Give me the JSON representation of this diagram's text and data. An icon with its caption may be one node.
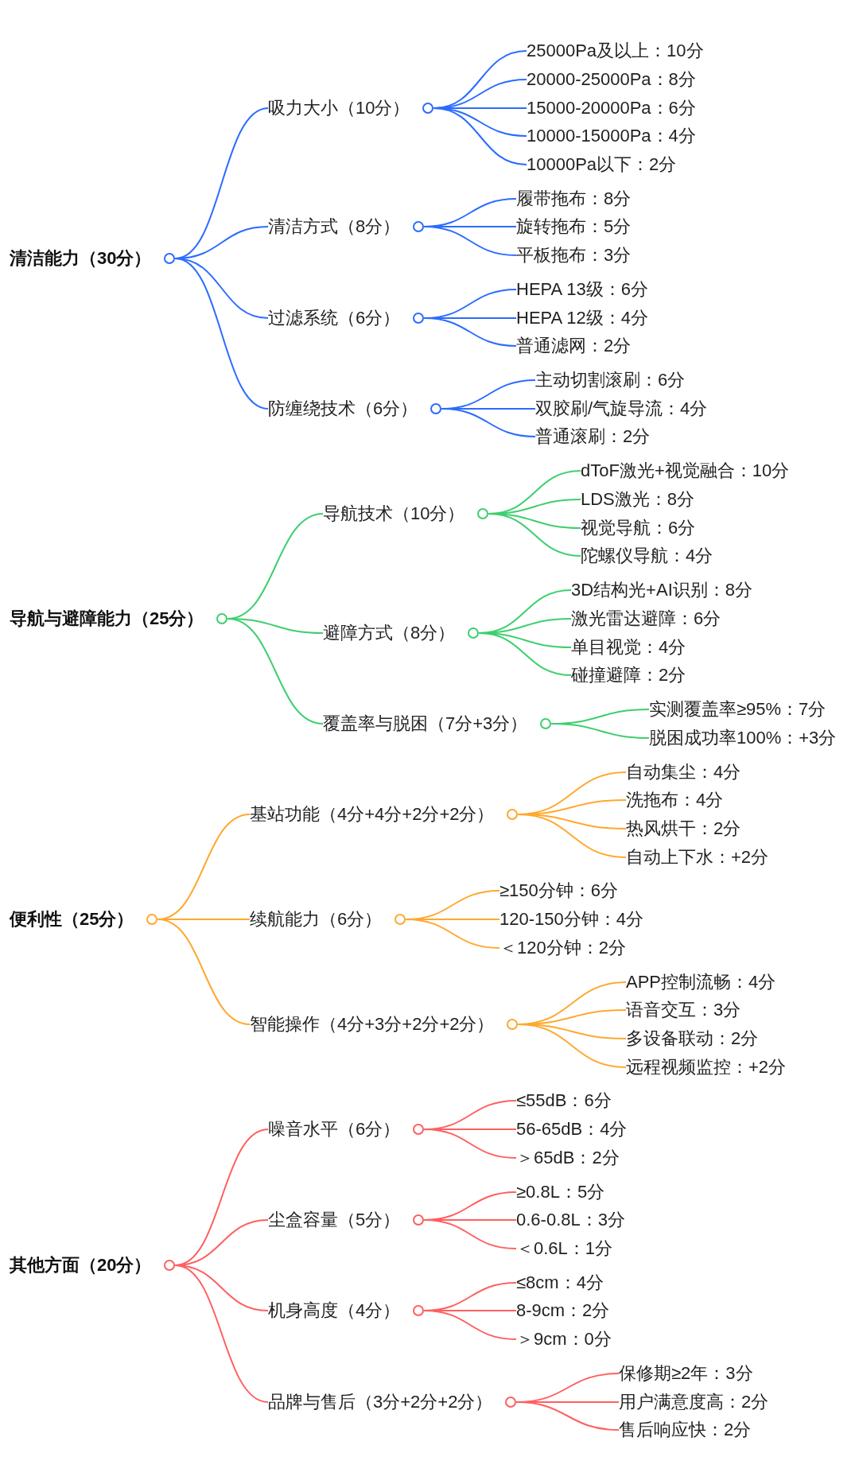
{
  "diagram": {
    "nodes": [
      {
        "text": [
          "清洁能力（30分）"
        ]
      },
      {
        "text": [
          "吸力大小（10分）"
        ]
      },
      {
        "text": [
          "25000Pa及以上：10分"
        ]
      },
      {
        "text": [
          "20000-25000Pa：8分"
        ]
      },
      {
        "text": [
          "15000-20000Pa：6分"
        ]
      },
      {
        "text": [
          "10000-15000Pa：4分"
        ]
      },
      {
        "text": [
          "10000Pa以下：2分"
        ]
      },
      {
        "text": [
          "清洁方式（8分）"
        ]
      },
      {
        "text": [
          "履带拖布：8分"
        ]
      },
      {
        "text": [
          "旋转拖布：5分"
        ]
      },
      {
        "text": [
          "平板拖布：3分"
        ]
      },
      {
        "text": [
          "过滤系统（6分）"
        ]
      },
      {
        "text": [
          "HEPA 13级：6分"
        ]
      },
      {
        "text": [
          "HEPA 12级：4分"
        ]
      },
      {
        "text": [
          "普通滤网：2分"
        ]
      },
      {
        "text": [
          "防缠绕技术（6分）"
        ]
      },
      {
        "text": [
          "主动切割滚刷：6分"
        ]
      },
      {
        "text": [
          "双胶刷/气旋导流：4分"
        ]
      },
      {
        "text": [
          "普通滚刷：2分"
        ]
      },
      {
        "text": [
          "导航与避障能力（25分）"
        ]
      },
      {
        "text": [
          "导航技术（10分）"
        ]
      },
      {
        "text": [
          "dToF激光+视觉融合：10分"
        ]
      },
      {
        "text": [
          "LDS激光：8分"
        ]
      },
      {
        "text": [
          "视觉导航：6分"
        ]
      },
      {
        "text": [
          "陀螺仪导航：4分"
        ]
      },
      {
        "text": [
          "避障方式（8分）"
        ]
      },
      {
        "text": [
          "3D结构光+AI识别：8分"
        ]
      },
      {
        "text": [
          "激光雷达避障：6分"
        ]
      },
      {
        "text": [
          "单目视觉：4分"
        ]
      },
      {
        "text": [
          "碰撞避障：2分"
        ]
      },
      {
        "text": [
          "覆盖率与脱困（7分+3分）"
        ]
      },
      {
        "text": [
          "实测覆盖率≥95%：7分"
        ]
      },
      {
        "text": [
          "脱困成功率100%：+3分"
        ]
      },
      {
        "text": [
          "便利性（25分）"
        ]
      },
      {
        "text": [
          "基站功能（4分+4分+2分+2分）"
        ]
      },
      {
        "text": [
          "自动集尘：4分"
        ]
      },
      {
        "text": [
          "洗拖布：4分"
        ]
      },
      {
        "text": [
          "热风烘干：2分"
        ]
      },
      {
        "text": [
          "自动上下水：+2分"
        ]
      },
      {
        "text": [
          "续航能力（6分）"
        ]
      },
      {
        "text": [
          "≥150分钟：6分"
        ]
      },
      {
        "text": [
          "120-150分钟：4分"
        ]
      },
      {
        "text": [
          "＜120分钟：2分"
        ]
      },
      {
        "text": [
          "智能操作（4分+3分+2分+2分）"
        ]
      },
      {
        "text": [
          "APP控制流畅：4分"
        ]
      },
      {
        "text": [
          "语音交互：3分"
        ]
      },
      {
        "text": [
          "多设备联动：2分"
        ]
      },
      {
        "text": [
          "远程视频监控：+2分"
        ]
      },
      {
        "text": [
          "其他方面（20分）"
        ]
      },
      {
        "text": [
          "噪音水平（6分）"
        ]
      },
      {
        "text": [
          "≤55dB：6分"
        ]
      },
      {
        "text": [
          "56-65dB：4分"
        ]
      },
      {
        "text": [
          "＞65dB：2分"
        ]
      },
      {
        "text": [
          "尘盒容量（5分）"
        ]
      },
      {
        "text": [
          "≥0.8L：5分"
        ]
      },
      {
        "text": [
          "0.6-0.8L：3分"
        ]
      },
      {
        "text": [
          "＜0.6L：1分"
        ]
      },
      {
        "text": [
          "机身高度（4分）"
        ]
      },
      {
        "text": [
          "≤8cm：4分"
        ]
      },
      {
        "text": [
          "8-9cm：2分"
        ]
      },
      {
        "text": [
          "＞9cm：0分"
        ]
      },
      {
        "text": [
          "品牌与售后（3分+2分+2分）"
        ]
      },
      {
        "text": [
          "保修期≥2年：3分"
        ]
      },
      {
        "text": [
          "用户满意度高：2分"
        ]
      },
      {
        "text": [
          "售后响应快：2分"
        ]
      }
    ],
    "edges": [
      {
        "from": 0,
        "to": 1,
        "arrow": "none",
        "color": "#2b6cff"
      },
      {
        "from": 1,
        "to": 2,
        "arrow": "none",
        "color": "#2b6cff"
      },
      {
        "from": 1,
        "to": 3,
        "arrow": "none",
        "color": "#2b6cff"
      },
      {
        "from": 1,
        "to": 4,
        "arrow": "none",
        "color": "#2b6cff"
      },
      {
        "from": 1,
        "to": 5,
        "arrow": "none",
        "color": "#2b6cff"
      },
      {
        "from": 1,
        "to": 6,
        "arrow": "none",
        "color": "#2b6cff"
      },
      {
        "from": 0,
        "to": 7,
        "arrow": "none",
        "color": "#2b6cff"
      },
      {
        "from": 7,
        "to": 8,
        "arrow": "none",
        "color": "#2b6cff"
      },
      {
        "from": 7,
        "to": 9,
        "arrow": "none",
        "color": "#2b6cff"
      },
      {
        "from": 7,
        "to": 10,
        "arrow": "none",
        "color": "#2b6cff"
      },
      {
        "from": 0,
        "to": 11,
        "arrow": "none",
        "color": "#2b6cff"
      },
      {
        "from": 11,
        "to": 12,
        "arrow": "none",
        "color": "#2b6cff"
      },
      {
        "from": 11,
        "to": 13,
        "arrow": "none",
        "color": "#2b6cff"
      },
      {
        "from": 11,
        "to": 14,
        "arrow": "none",
        "color": "#2b6cff"
      },
      {
        "from": 0,
        "to": 15,
        "arrow": "none",
        "color": "#2b6cff"
      },
      {
        "from": 15,
        "to": 16,
        "arrow": "none",
        "color": "#2b6cff"
      },
      {
        "from": 15,
        "to": 17,
        "arrow": "none",
        "color": "#2b6cff"
      },
      {
        "from": 15,
        "to": 18,
        "arrow": "none",
        "color": "#2b6cff"
      },
      {
        "from": 19,
        "to": 20,
        "arrow": "none",
        "color": "#3dcf6e"
      },
      {
        "from": 20,
        "to": 21,
        "arrow": "none",
        "color": "#3dcf6e"
      },
      {
        "from": 20,
        "to": 22,
        "arrow": "none",
        "color": "#3dcf6e"
      },
      {
        "from": 20,
        "to": 23,
        "arrow": "none",
        "color": "#3dcf6e"
      },
      {
        "from": 20,
        "to": 24,
        "arrow": "none",
        "color": "#3dcf6e"
      },
      {
        "from": 19,
        "to": 25,
        "arrow": "none",
        "color": "#3dcf6e"
      },
      {
        "from": 25,
        "to": 26,
        "arrow": "none",
        "color": "#3dcf6e"
      },
      {
        "from": 25,
        "to": 27,
        "arrow": "none",
        "color": "#3dcf6e"
      },
      {
        "from": 25,
        "to": 28,
        "arrow": "none",
        "color": "#3dcf6e"
      },
      {
        "from": 25,
        "to": 29,
        "arrow": "none",
        "color": "#3dcf6e"
      },
      {
        "from": 19,
        "to": 30,
        "arrow": "none",
        "color": "#3dcf6e"
      },
      {
        "from": 30,
        "to": 31,
        "arrow": "none",
        "color": "#3dcf6e"
      },
      {
        "from": 30,
        "to": 32,
        "arrow": "none",
        "color": "#3dcf6e"
      },
      {
        "from": 33,
        "to": 34,
        "arrow": "none",
        "color": "#ffa82e"
      },
      {
        "from": 34,
        "to": 35,
        "arrow": "none",
        "color": "#ffa82e"
      },
      {
        "from": 34,
        "to": 36,
        "arrow": "none",
        "color": "#ffa82e"
      },
      {
        "from": 34,
        "to": 37,
        "arrow": "none",
        "color": "#ffa82e"
      },
      {
        "from": 34,
        "to": 38,
        "arrow": "none",
        "color": "#ffa82e"
      },
      {
        "from": 33,
        "to": 39,
        "arrow": "none",
        "color": "#ffa82e"
      },
      {
        "from": 39,
        "to": 40,
        "arrow": "none",
        "color": "#ffa82e"
      },
      {
        "from": 39,
        "to": 41,
        "arrow": "none",
        "color": "#ffa82e"
      },
      {
        "from": 39,
        "to": 42,
        "arrow": "none",
        "color": "#ffa82e"
      },
      {
        "from": 33,
        "to": 43,
        "arrow": "none",
        "color": "#ffa82e"
      },
      {
        "from": 43,
        "to": 44,
        "arrow": "none",
        "color": "#ffa82e"
      },
      {
        "from": 43,
        "to": 45,
        "arrow": "none",
        "color": "#ffa82e"
      },
      {
        "from": 43,
        "to": 46,
        "arrow": "none",
        "color": "#ffa82e"
      },
      {
        "from": 43,
        "to": 47,
        "arrow": "none",
        "color": "#ffa82e"
      },
      {
        "from": 48,
        "to": 49,
        "arrow": "none",
        "color": "#ff5f5f"
      },
      {
        "from": 49,
        "to": 50,
        "arrow": "none",
        "color": "#ff5f5f"
      },
      {
        "from": 49,
        "to": 51,
        "arrow": "none",
        "color": "#ff5f5f"
      },
      {
        "from": 49,
        "to": 52,
        "arrow": "none",
        "color": "#ff5f5f"
      },
      {
        "from": 48,
        "to": 53,
        "arrow": "none",
        "color": "#ff5f5f"
      },
      {
        "from": 53,
        "to": 54,
        "arrow": "none",
        "color": "#ff5f5f"
      },
      {
        "from": 53,
        "to": 55,
        "arrow": "none",
        "color": "#ff5f5f"
      },
      {
        "from": 53,
        "to": 56,
        "arrow": "none",
        "color": "#ff5f5f"
      },
      {
        "from": 48,
        "to": 57,
        "arrow": "none",
        "color": "#ff5f5f"
      },
      {
        "from": 57,
        "to": 58,
        "arrow": "none",
        "color": "#ff5f5f"
      },
      {
        "from": 57,
        "to": 59,
        "arrow": "none",
        "color": "#ff5f5f"
      },
      {
        "from": 57,
        "to": 60,
        "arrow": "none",
        "color": "#ff5f5f"
      },
      {
        "from": 48,
        "to": 61,
        "arrow": "none",
        "color": "#ff5f5f"
      },
      {
        "from": 61,
        "to": 62,
        "arrow": "none",
        "color": "#ff5f5f"
      },
      {
        "from": 61,
        "to": 63,
        "arrow": "none",
        "color": "#ff5f5f"
      },
      {
        "from": 61,
        "to": 64,
        "arrow": "none",
        "color": "#ff5f5f"
      }
    ]
  }
}
